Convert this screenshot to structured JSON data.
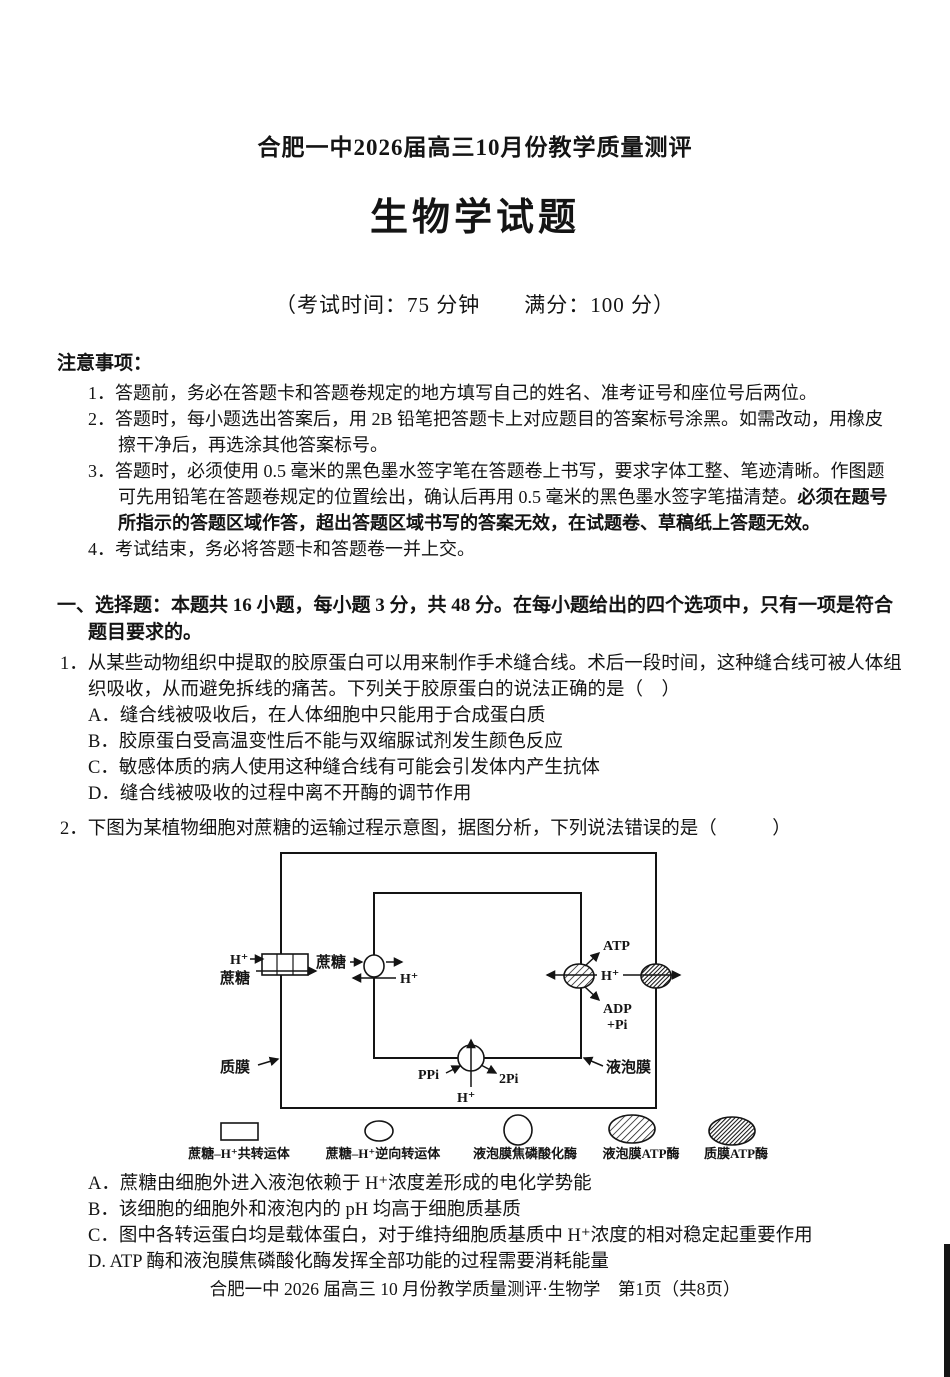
{
  "header": {
    "school_line": "合肥一中2026届高三10月份教学质量测评",
    "title": "生物学试题",
    "exam_info": "（考试时间：75 分钟　　满分：100 分）"
  },
  "notes": {
    "heading": "注意事项：",
    "item1": "1．答题前，务必在答题卡和答题卷规定的地方填写自己的姓名、准考证号和座位号后两位。",
    "item2": "2．答题时，每小题选出答案后，用 2B 铅笔把答题卡上对应题目的答案标号涂黑。如需改动，用橡皮擦干净后，再选涂其他答案标号。",
    "item3_normal": "3．答题时，必须使用 0.5 毫米的黑色墨水签字笔在答题卷上书写，要求字体工整、笔迹清晰。作图题可先用铅笔在答题卷规定的位置绘出，确认后再用 0.5 毫米的黑色墨水签字笔描清楚。",
    "item3_bold": "必须在题号所指示的答题区域作答，超出答题区域书写的答案无效，在试题卷、草稿纸上答题无效。",
    "item4": "4．考试结束，务必将答题卡和答题卷一并上交。"
  },
  "section": {
    "heading": "一、选择题：本题共 16 小题，每小题 3 分，共 48 分。在每小题给出的四个选项中，只有一项是符合题目要求的。"
  },
  "q1": {
    "stem": "1．从某些动物组织中提取的胶原蛋白可以用来制作手术缝合线。术后一段时间，这种缝合线可被人体组织吸收，从而避免拆线的痛苦。下列关于胶原蛋白的说法正确的是（　）",
    "options": [
      "A．缝合线被吸收后，在人体细胞中只能用于合成蛋白质",
      "B．胶原蛋白受高温变性后不能与双缩脲试剂发生颜色反应",
      "C．敏感体质的病人使用这种缝合线有可能会引发体内产生抗体",
      "D．缝合线被吸收的过程中离不开酶的调节作用"
    ]
  },
  "q2": {
    "stem": "2．下图为某植物细胞对蔗糖的运输过程示意图，据图分析，下列说法错误的是（　　　）",
    "options": [
      "A．蔗糖由细胞外进入液泡依赖于 H⁺浓度差形成的电化学势能",
      "B．该细胞的细胞外和液泡内的 pH 均高于细胞质基质",
      "C．图中各转运蛋白均是载体蛋白，对于维持细胞质基质中 H⁺浓度的相对稳定起重要作用",
      "D. ATP 酶和液泡膜焦磷酸化酶发挥全部功能的过程需要消耗能量"
    ]
  },
  "diagram": {
    "h_plus": "H⁺",
    "sucrose": "蔗糖",
    "atp": "ATP",
    "adp": "ADP",
    "plus_pi": "+Pi",
    "ppi": "PPi",
    "two_pi": "2Pi",
    "plasma_membrane": "质膜",
    "vacuole_membrane": "液泡膜",
    "legend": [
      "蔗糖–H⁺共转运体",
      "蔗糖–H⁺逆向转运体",
      "液泡膜焦磷酸化酶",
      "液泡膜ATP酶",
      "质膜ATP酶"
    ]
  },
  "footer": "合肥一中 2026 届高三 10 月份教学质量测评·生物学　第1页（共8页）"
}
